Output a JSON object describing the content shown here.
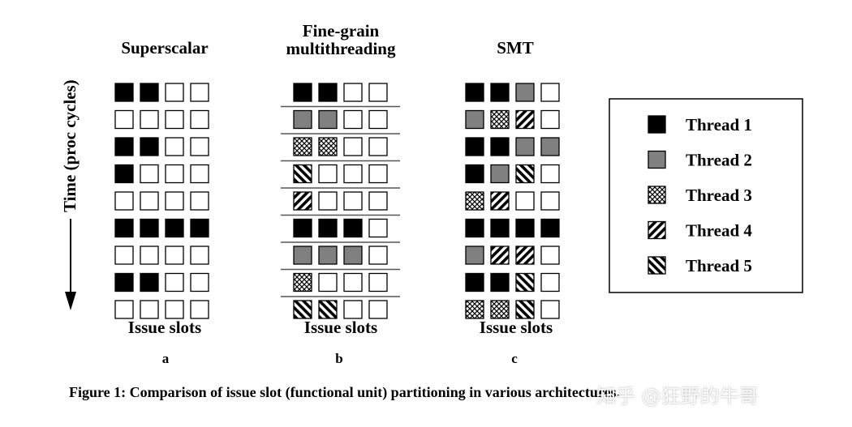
{
  "time_axis_label": "Time (proc cycles)",
  "panels": [
    {
      "id": "superscalar",
      "title_lines": [
        "Superscalar"
      ],
      "xlabel": "Issue slots",
      "letter": "a",
      "separators": false,
      "rows": [
        [
          1,
          1,
          0,
          0
        ],
        [
          0,
          0,
          0,
          0
        ],
        [
          1,
          1,
          0,
          0
        ],
        [
          1,
          0,
          0,
          0
        ],
        [
          0,
          0,
          0,
          0
        ],
        [
          1,
          1,
          1,
          1
        ],
        [
          0,
          0,
          0,
          0
        ],
        [
          1,
          1,
          0,
          0
        ],
        [
          0,
          0,
          0,
          0
        ]
      ]
    },
    {
      "id": "fine-grain",
      "title_lines": [
        "Fine-grain",
        "multithreading"
      ],
      "xlabel": "Issue slots",
      "letter": "b",
      "separators": true,
      "rows": [
        [
          1,
          1,
          0,
          0
        ],
        [
          2,
          2,
          0,
          0
        ],
        [
          3,
          3,
          0,
          0
        ],
        [
          5,
          0,
          0,
          0
        ],
        [
          4,
          0,
          0,
          0
        ],
        [
          1,
          1,
          1,
          0
        ],
        [
          2,
          2,
          2,
          0
        ],
        [
          3,
          0,
          0,
          0
        ],
        [
          5,
          5,
          0,
          0
        ]
      ]
    },
    {
      "id": "smt",
      "title_lines": [
        "SMT"
      ],
      "xlabel": "Issue slots",
      "letter": "c",
      "separators": false,
      "rows": [
        [
          1,
          1,
          2,
          0
        ],
        [
          2,
          3,
          4,
          0
        ],
        [
          1,
          1,
          2,
          2
        ],
        [
          1,
          2,
          5,
          0
        ],
        [
          3,
          4,
          0,
          0
        ],
        [
          1,
          1,
          1,
          1
        ],
        [
          2,
          4,
          4,
          0
        ],
        [
          1,
          1,
          5,
          0
        ],
        [
          3,
          3,
          5,
          0
        ]
      ]
    }
  ],
  "legend": [
    {
      "thread": 1,
      "label": "Thread 1"
    },
    {
      "thread": 2,
      "label": "Thread 2"
    },
    {
      "thread": 3,
      "label": "Thread 3"
    },
    {
      "thread": 4,
      "label": "Thread 4"
    },
    {
      "thread": 5,
      "label": "Thread 5"
    }
  ],
  "caption": "Figure 1: Comparison of issue slot (functional unit) partitioning in various architectures.",
  "watermark": "知乎 @狂野的牛哥",
  "colors": {
    "thread1": "#000000",
    "thread2": "#808080",
    "empty": "#ffffff",
    "stroke": "#000000"
  }
}
